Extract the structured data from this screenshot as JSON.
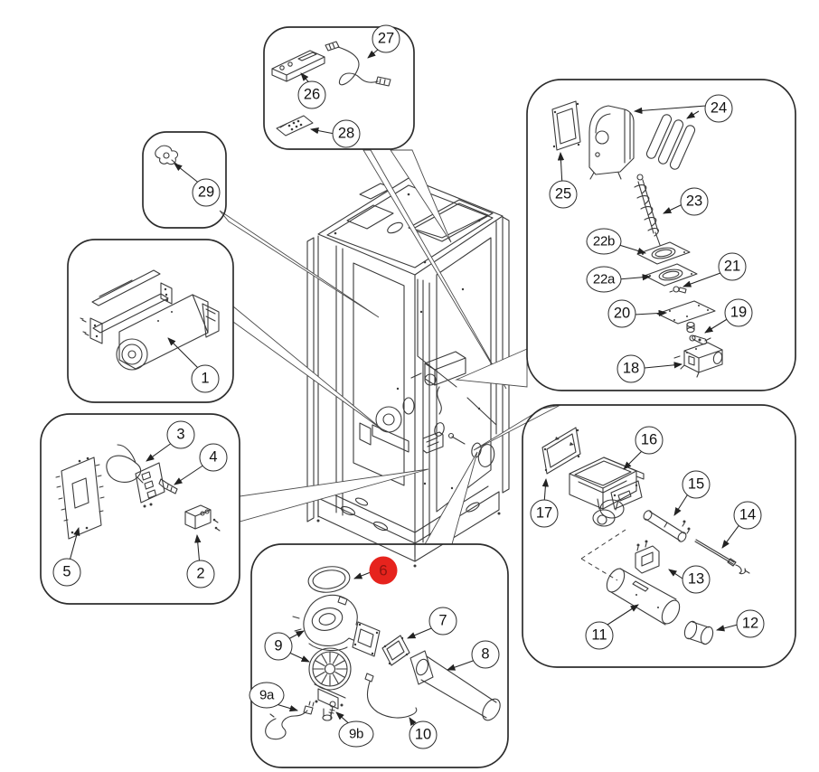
{
  "diagram": {
    "highlighted_part": "6"
  },
  "colors": {
    "background": "#ffffff",
    "line_art": "#3a3a3a",
    "box_outline": "#2d2d2d",
    "balloon_outline": "#2b2b2b",
    "balloon_fill": "#ffffff",
    "balloon_text": "#111111",
    "highlight_fill": "#e6231d",
    "highlight_text": "#8e1410"
  },
  "balloons": [
    {
      "label": "1",
      "highlighted": false
    },
    {
      "label": "2",
      "highlighted": false
    },
    {
      "label": "3",
      "highlighted": false
    },
    {
      "label": "4",
      "highlighted": false
    },
    {
      "label": "5",
      "highlighted": false
    },
    {
      "label": "6",
      "highlighted": true
    },
    {
      "label": "7",
      "highlighted": false
    },
    {
      "label": "8",
      "highlighted": false
    },
    {
      "label": "9",
      "highlighted": false
    },
    {
      "label": "9a",
      "highlighted": false
    },
    {
      "label": "9b",
      "highlighted": false
    },
    {
      "label": "10",
      "highlighted": false
    },
    {
      "label": "11",
      "highlighted": false
    },
    {
      "label": "12",
      "highlighted": false
    },
    {
      "label": "13",
      "highlighted": false
    },
    {
      "label": "14",
      "highlighted": false
    },
    {
      "label": "15",
      "highlighted": false
    },
    {
      "label": "16",
      "highlighted": false
    },
    {
      "label": "17",
      "highlighted": false
    },
    {
      "label": "18",
      "highlighted": false
    },
    {
      "label": "19",
      "highlighted": false
    },
    {
      "label": "20",
      "highlighted": false
    },
    {
      "label": "21",
      "highlighted": false
    },
    {
      "label": "22a",
      "highlighted": false
    },
    {
      "label": "22b",
      "highlighted": false
    },
    {
      "label": "23",
      "highlighted": false
    },
    {
      "label": "24",
      "highlighted": false
    },
    {
      "label": "25",
      "highlighted": false
    },
    {
      "label": "26",
      "highlighted": false
    },
    {
      "label": "27",
      "highlighted": false
    },
    {
      "label": "28",
      "highlighted": false
    },
    {
      "label": "29",
      "highlighted": false
    }
  ],
  "boxes": [
    {
      "id": "top-accessories",
      "parts": [
        "26",
        "27",
        "28"
      ]
    },
    {
      "id": "upper-left-clip",
      "parts": [
        "29"
      ]
    },
    {
      "id": "left-convection-blower",
      "parts": [
        "1"
      ]
    },
    {
      "id": "lower-left-electronics",
      "parts": [
        "2",
        "3",
        "4",
        "5"
      ]
    },
    {
      "id": "bottom-exhaust-blower",
      "parts": [
        "6",
        "7",
        "8",
        "9",
        "9a",
        "9b",
        "10"
      ]
    },
    {
      "id": "upper-right-auger",
      "parts": [
        "18",
        "19",
        "20",
        "21",
        "22a",
        "22b",
        "23",
        "24",
        "25"
      ]
    },
    {
      "id": "lower-right-burnpot",
      "parts": [
        "11",
        "12",
        "13",
        "14",
        "15",
        "16",
        "17"
      ]
    }
  ]
}
